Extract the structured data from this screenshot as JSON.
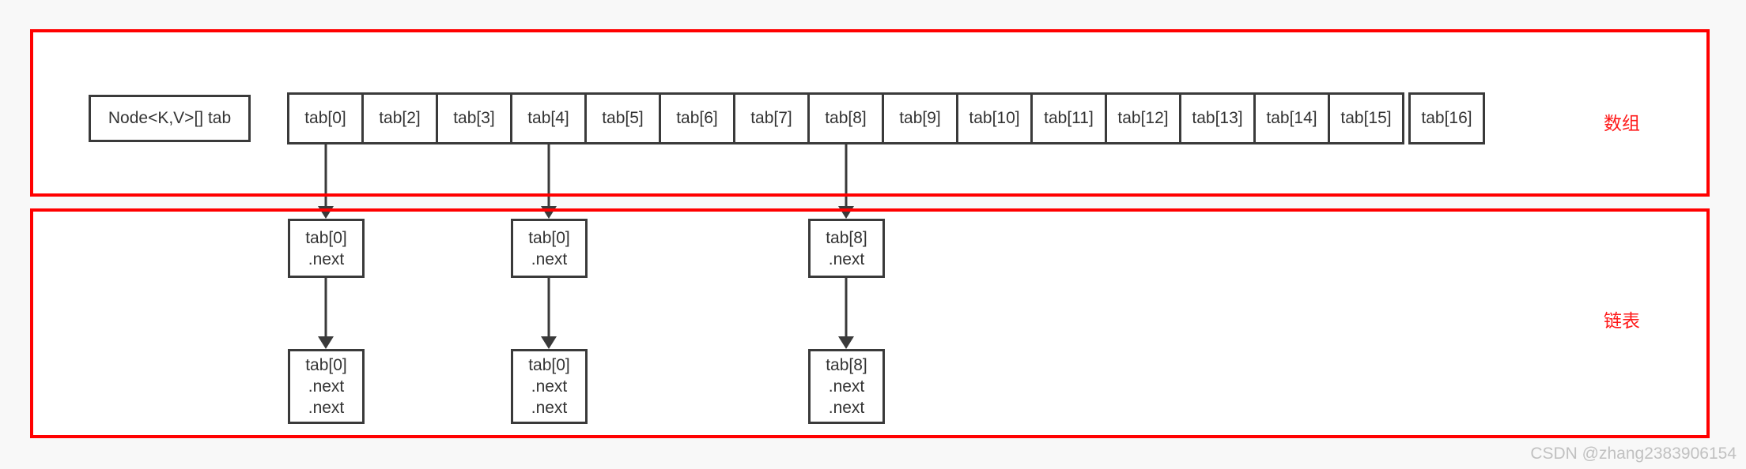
{
  "regions": {
    "array": {
      "label": "数组"
    },
    "list": {
      "label": "链表"
    }
  },
  "array": {
    "declaration": "Node<K,V>[] tab",
    "cells": [
      "tab[0]",
      "tab[2]",
      "tab[3]",
      "tab[4]",
      "tab[5]",
      "tab[6]",
      "tab[7]",
      "tab[8]",
      "tab[9]",
      "tab[10]",
      "tab[11]",
      "tab[12]",
      "tab[13]",
      "tab[14]",
      "tab[15]",
      "tab[16]"
    ]
  },
  "chains": [
    {
      "source_cell": "tab[0]",
      "nodes": [
        {
          "lines": [
            "tab[0]",
            ".next"
          ]
        },
        {
          "lines": [
            "tab[0]",
            ".next",
            ".next"
          ]
        }
      ]
    },
    {
      "source_cell": "tab[4]",
      "nodes": [
        {
          "lines": [
            "tab[0]",
            ".next"
          ]
        },
        {
          "lines": [
            "tab[0]",
            ".next",
            ".next"
          ]
        }
      ]
    },
    {
      "source_cell": "tab[8]",
      "nodes": [
        {
          "lines": [
            "tab[8]",
            ".next"
          ]
        },
        {
          "lines": [
            "tab[8]",
            ".next",
            ".next"
          ]
        }
      ]
    }
  ],
  "watermark": "CSDN @zhang2383906154",
  "colors": {
    "region_border": "#ff0000",
    "region_label": "#ff1a1a",
    "box_border": "#3a3a3a",
    "box_text": "#333333",
    "background_outer": "#f8f8f8",
    "background_inner": "#ffffff",
    "watermark": "#c1c1c1"
  }
}
